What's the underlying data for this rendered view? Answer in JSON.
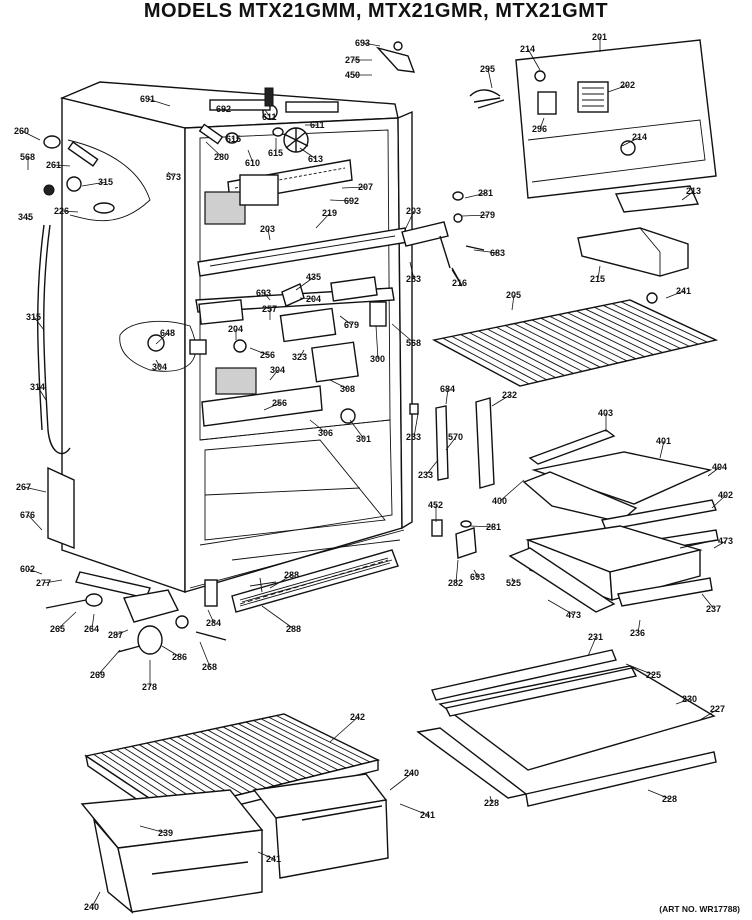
{
  "diagram": {
    "title": "MODELS MTX21GMM, MTX21GMR, MTX21GMT",
    "art_number": "(ART NO. WR17788)"
  },
  "part_labels": [
    "693",
    "275",
    "450",
    "691",
    "692",
    "611",
    "611",
    "260",
    "201",
    "214",
    "295",
    "202",
    "296",
    "214",
    "568",
    "261",
    "615",
    "615",
    "280",
    "610",
    "613",
    "573",
    "315",
    "207",
    "345",
    "226",
    "692",
    "281",
    "219",
    "203",
    "279",
    "203",
    "683",
    "213",
    "215",
    "283",
    "216",
    "241",
    "435",
    "693",
    "204",
    "205",
    "257",
    "204",
    "679",
    "568",
    "648",
    "256",
    "323",
    "300",
    "304",
    "304",
    "308",
    "315",
    "314",
    "684",
    "232",
    "256",
    "306",
    "301",
    "233",
    "570",
    "403",
    "233",
    "401",
    "404",
    "267",
    "400",
    "402",
    "452",
    "281",
    "473",
    "676",
    "282",
    "693",
    "525",
    "602",
    "288",
    "277",
    "265",
    "264",
    "287",
    "237",
    "284",
    "473",
    "236",
    "288",
    "269",
    "286",
    "268",
    "278",
    "231",
    "225",
    "230",
    "227",
    "242",
    "228",
    "228",
    "240",
    "239",
    "241",
    "240",
    "241"
  ]
}
